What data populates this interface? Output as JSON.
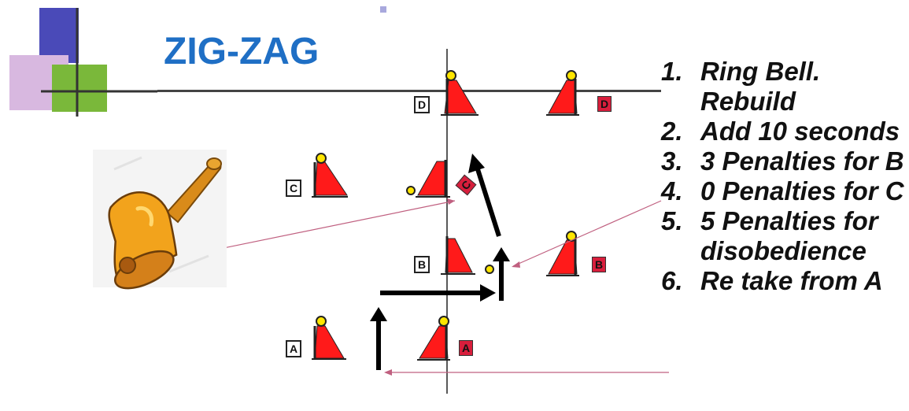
{
  "title": "ZIG-ZAG",
  "rules": [
    {
      "num": "1.",
      "text": "Ring Bell. Rebuild"
    },
    {
      "num": "2.",
      "text": "Add 10 seconds"
    },
    {
      "num": "3.",
      "text": "3 Penalties for B"
    },
    {
      "num": "4.",
      "text": "0 Penalties for C"
    },
    {
      "num": "5.",
      "text": "5 Penalties for disobedience"
    },
    {
      "num": "6.",
      "text": "Re take from A"
    }
  ],
  "labels": {
    "left": {
      "a": "A",
      "b": "B",
      "c": "C",
      "d": "D"
    },
    "right": {
      "a": "A",
      "b": "B",
      "c": "C",
      "d": "D"
    }
  },
  "colors": {
    "title": "#1f6fc5",
    "cone": "#ff1a1a",
    "cone_ball": "#ffe600",
    "label_red": "#d81e3c",
    "pointer_line": "#c06080",
    "arrow": "#000000"
  },
  "icons": [
    "bell-icon",
    "cone-icon",
    "arrow-icon"
  ]
}
